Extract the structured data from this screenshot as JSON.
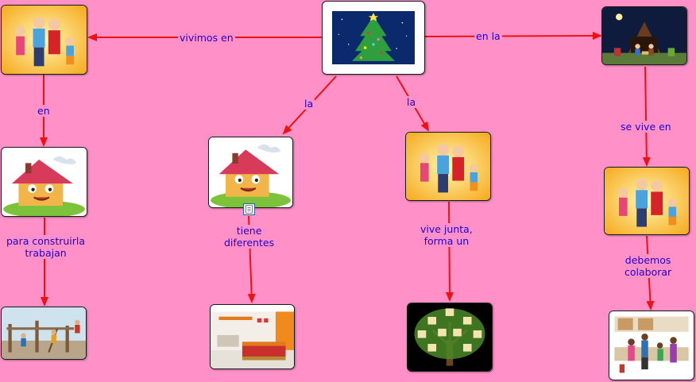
{
  "map": {
    "links": {
      "vivimos_en": "vivimos en",
      "en_la": "en la",
      "la_left": "la",
      "la_right": "la",
      "en": "en",
      "se_vive_en": "se vive en",
      "para_construirla": "para construirla\ntrabajan",
      "tiene_diferentes": "tiene\ndiferentes",
      "vive_junta": "vive junta,\nforma un",
      "debemos_colaborar": "debemos\ncolaborar"
    },
    "nodes": {
      "center": "christmas-tree-image",
      "top_left": "family-image",
      "top_right": "nativity-scene-image",
      "house_left": "house-image",
      "house_center": "house-image",
      "family_center": "family-image",
      "family_right": "family-image",
      "construction": "construction-workers-image",
      "bedroom": "bedroom-image",
      "family_tree": "family-tree-image",
      "kitchen": "family-kitchen-image"
    },
    "colors": {
      "background": "#FF91C8",
      "arrow": "#EE1111",
      "link_text": "#2200CC"
    }
  }
}
